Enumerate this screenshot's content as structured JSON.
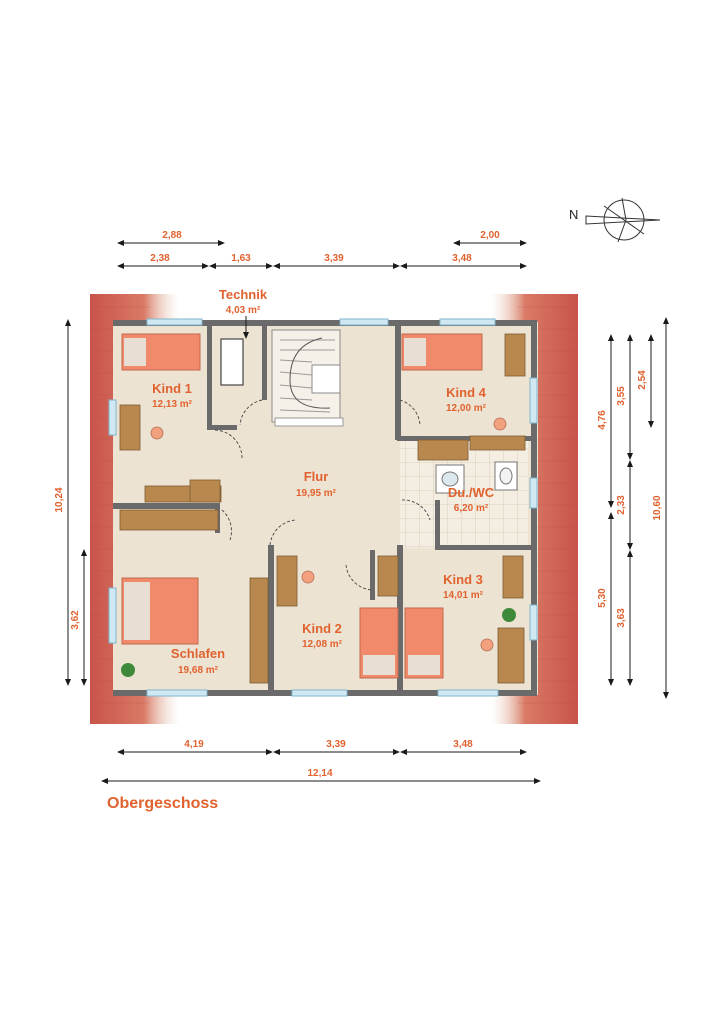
{
  "floor_title": "Obergeschoss",
  "compass": {
    "label": "N"
  },
  "rooms": {
    "technik": {
      "name": "Technik",
      "area": "4,03 m²"
    },
    "kind1": {
      "name": "Kind 1",
      "area": "12,13 m²"
    },
    "kind4": {
      "name": "Kind 4",
      "area": "12,00 m²"
    },
    "flur": {
      "name": "Flur",
      "area": "19,95 m²"
    },
    "duwc": {
      "name": "Du./WC",
      "area": "6,20 m²"
    },
    "kind3": {
      "name": "Kind 3",
      "area": "14,01 m²"
    },
    "kind2": {
      "name": "Kind 2",
      "area": "12,08 m²"
    },
    "schlafen": {
      "name": "Schlafen",
      "area": "19,68 m²"
    }
  },
  "dimensions": {
    "top_row1": [
      "2,88",
      "2,00"
    ],
    "top_row2": [
      "2,38",
      "1,63",
      "3,39",
      "3,48"
    ],
    "bottom_row1": [
      "4,19",
      "3,39",
      "3,48"
    ],
    "bottom_total": "12,14",
    "left_outer": "10,24",
    "left_inner": "3,62",
    "right_col1": [
      "4,76",
      "5,30"
    ],
    "right_col2": [
      "3,55",
      "2,33",
      "3,63"
    ],
    "right_col3": [
      "2,54"
    ],
    "right_total": "10,60"
  },
  "colors": {
    "roof": "#c9534a",
    "floor": "#ede3d2",
    "wall": "#6a6a6a",
    "bed": "#f08a6a",
    "wood": "#b8884f",
    "accent_text": "#e0622f"
  }
}
